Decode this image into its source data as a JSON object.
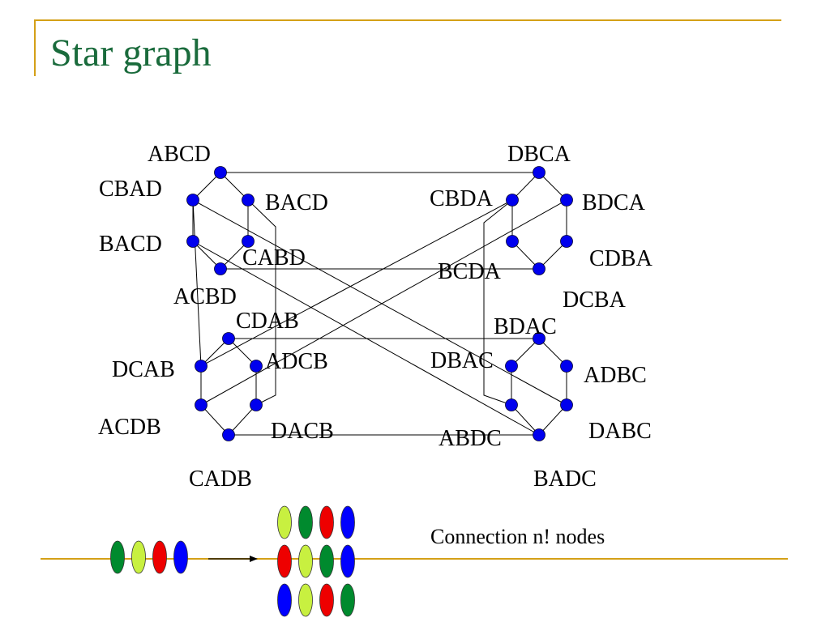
{
  "slide": {
    "title": "Star graph"
  },
  "colors": {
    "frame": "#d4a017",
    "title": "#1a6b3c",
    "node_fill": "#0000ee",
    "edge": "#000000",
    "perm_colors": {
      "G": "#008a2e",
      "Y": "#c8f040",
      "R": "#ee0000",
      "B": "#0000ff"
    }
  },
  "node_labels": [
    "ABCD",
    "DBCA",
    "CBAD",
    "BACD",
    "CBDA",
    "BDCA",
    "BACD",
    "CABD",
    "CDBA",
    "BCDA",
    "ACBD",
    "DCBA",
    "CDAB",
    "BDAC",
    "DCAB",
    "ADCB",
    "DBAC",
    "ADBC",
    "ACDB",
    "DACB",
    "ABDC",
    "DABC",
    "CADB",
    "BADC"
  ],
  "permutation_illustration": {
    "source": [
      "G",
      "Y",
      "R",
      "B"
    ],
    "results": [
      [
        "Y",
        "G",
        "R",
        "B"
      ],
      [
        "R",
        "Y",
        "G",
        "B"
      ],
      [
        "B",
        "Y",
        "R",
        "G"
      ]
    ]
  },
  "caption": "Connection n! nodes"
}
